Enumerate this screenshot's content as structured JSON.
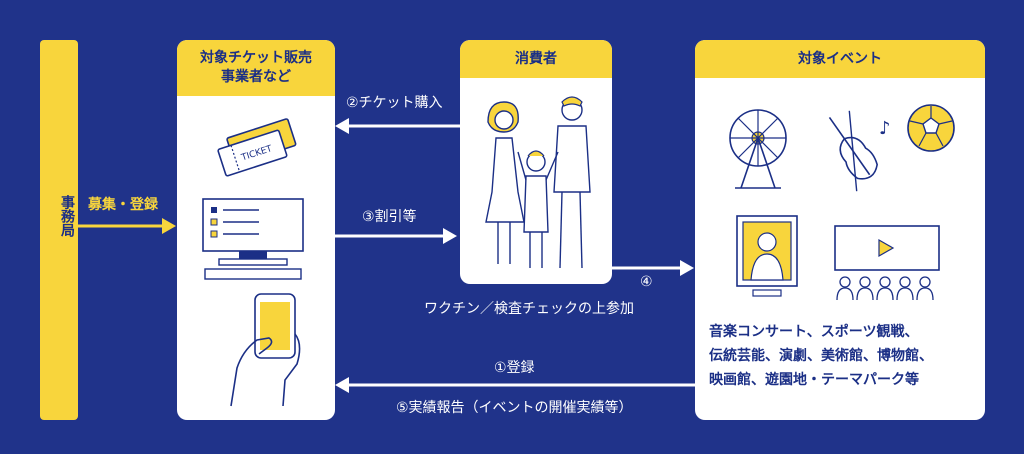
{
  "secretariat": {
    "label": "事務局"
  },
  "recruit_label": "募集・登録",
  "seller": {
    "title_line1": "対象チケット販売",
    "title_line2": "事業者など"
  },
  "consumer": {
    "title": "消費者"
  },
  "event": {
    "title": "対象イベント",
    "ticket_text": "TICKET",
    "desc_line1": "音楽コンサート、スポーツ観戦、",
    "desc_line2": "伝統芸能、演劇、美術館、博物館、",
    "desc_line3": "映画館、遊園地・テーマパーク等"
  },
  "flows": {
    "step2": "②チケット購入",
    "step3": "③割引等",
    "step4_num": "④",
    "step4_text": "ワクチン／検査チェックの上参加",
    "step1": "①登録",
    "step5": "⑤実績報告（イベントの開催実績等）"
  },
  "colors": {
    "background": "#20338a",
    "accent": "#f8d53c",
    "card": "#ffffff",
    "ink": "#1b2f86"
  }
}
